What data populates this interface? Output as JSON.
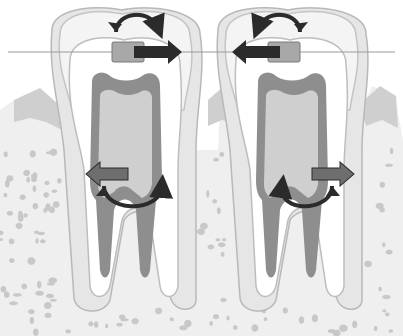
{
  "palette": {
    "background": "#ffffff",
    "bone": "#efefef",
    "bone_pore": "#c8c8c8",
    "gum": "#cfcfcf",
    "ligament": "#e6e6e6",
    "enamel": "#f4f4f4",
    "root_outline": "#b8b8b8",
    "dentin": "#ffffff",
    "pulp": "#8e8e8e",
    "arrow_dark": "#2b2b2b",
    "arrow_grey": "#6e6e6e",
    "bracket": "#a8a8a8",
    "reference_line": "#9a9a9a"
  },
  "teeth": [
    {
      "name": "left-molar",
      "bracket_side": "left",
      "crown_arrow": "clockwise",
      "root_arrow": "counterclockwise"
    },
    {
      "name": "right-molar",
      "bracket_side": "right",
      "crown_arrow": "counterclockwise",
      "root_arrow": "clockwise"
    }
  ]
}
